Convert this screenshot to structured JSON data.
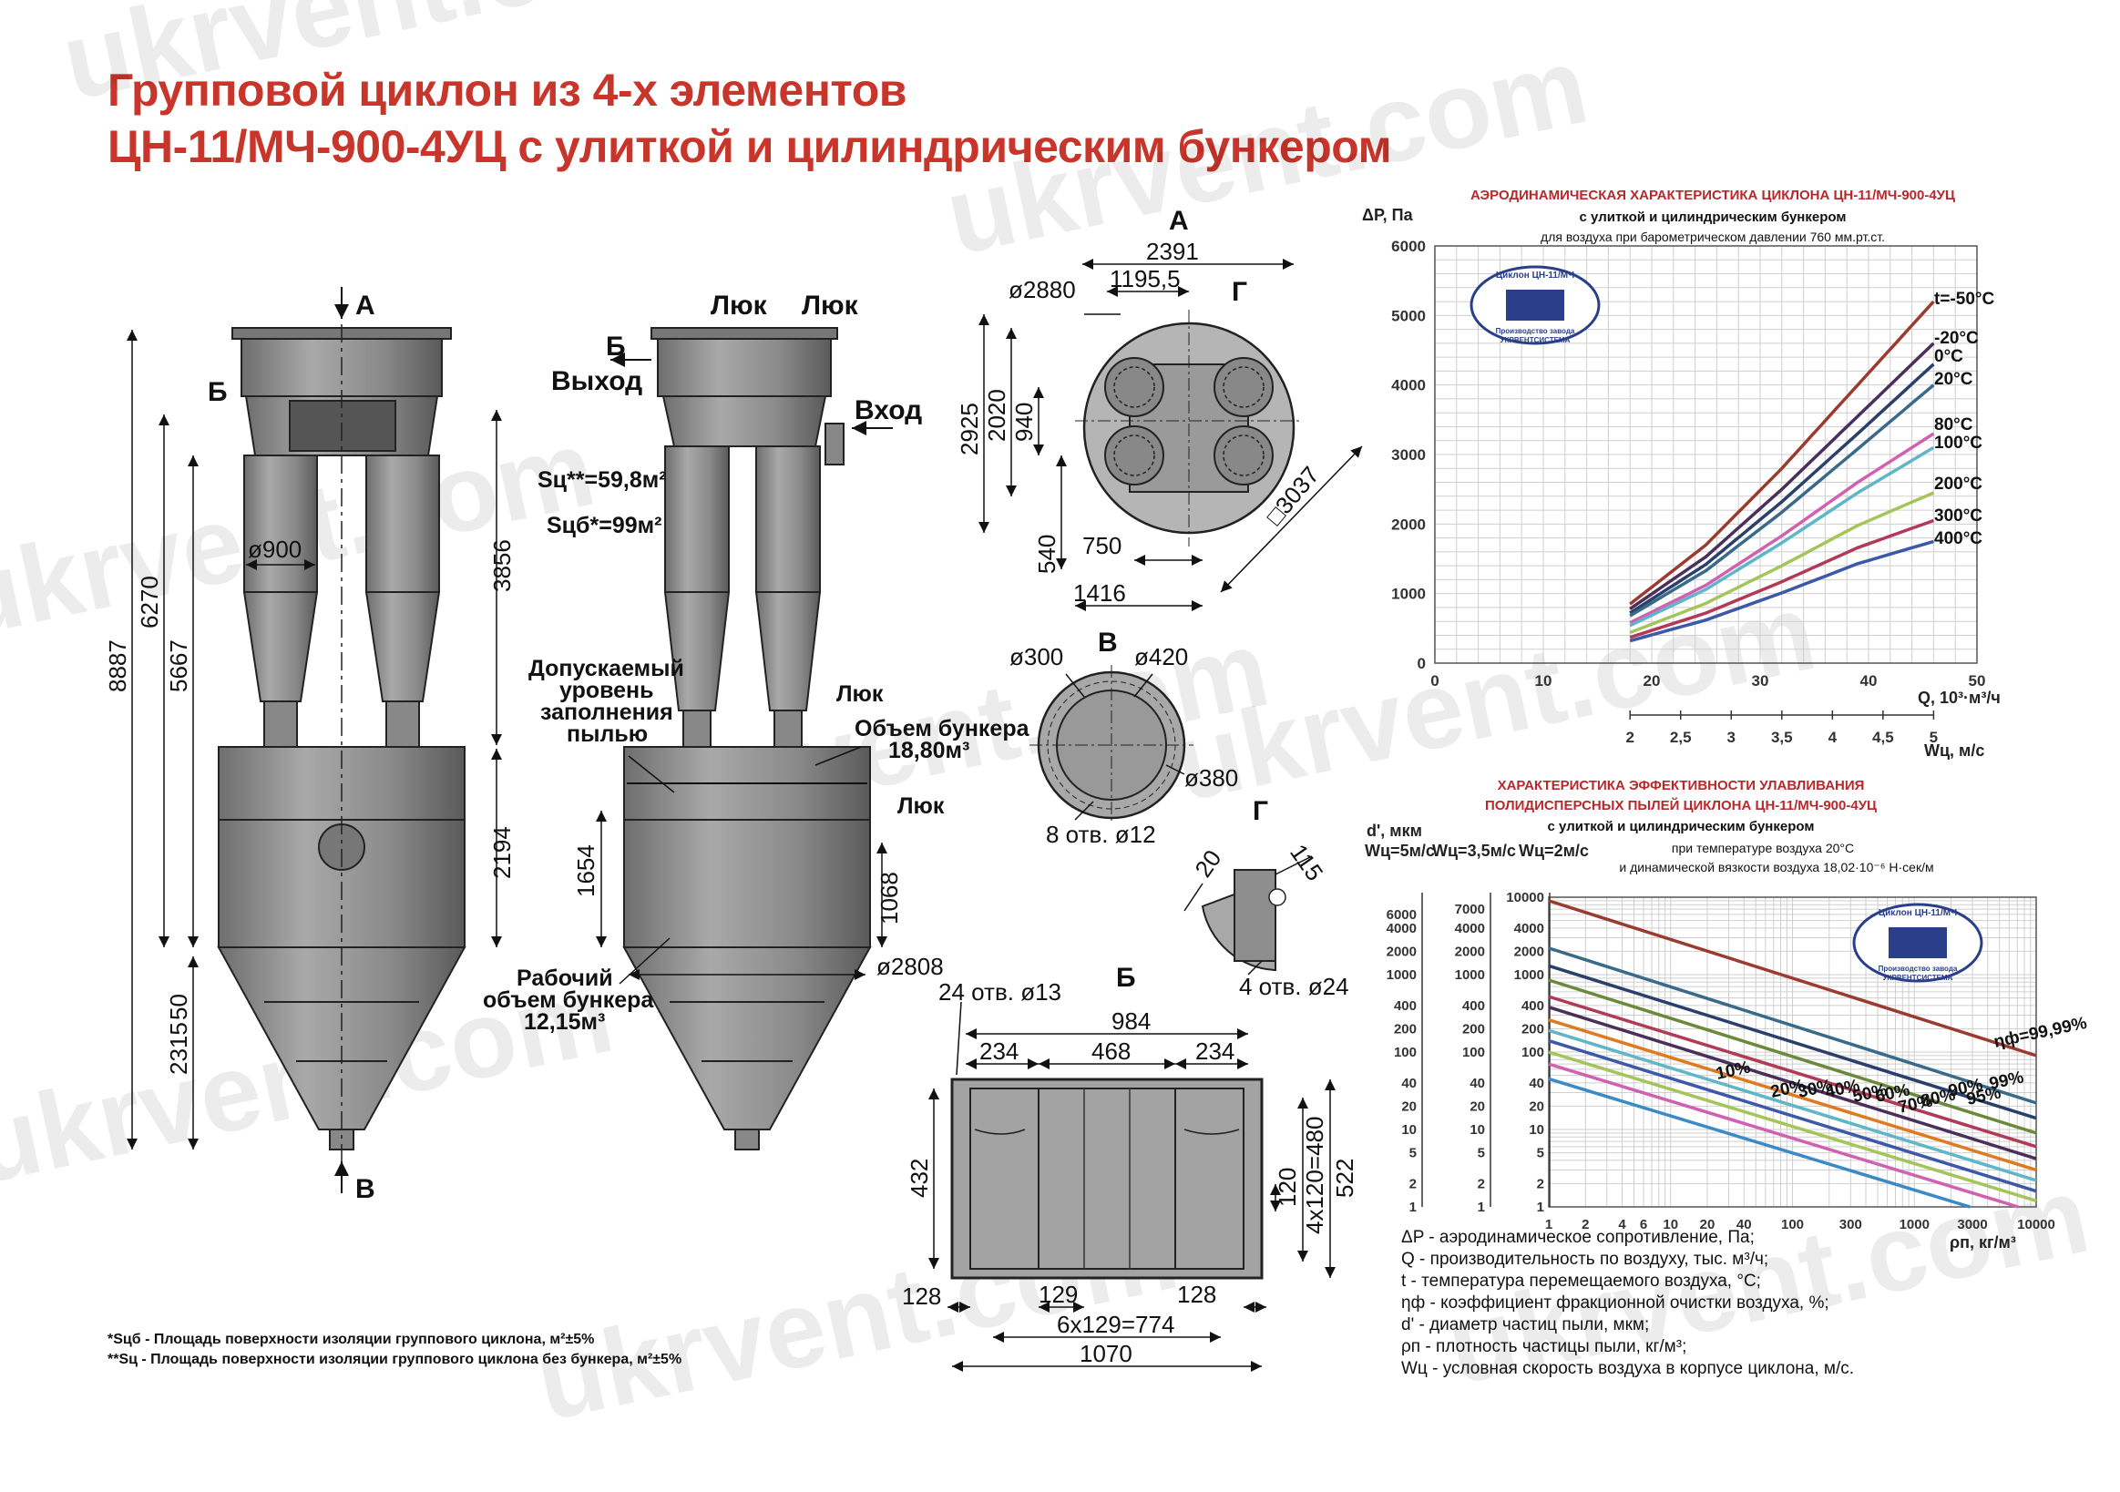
{
  "title": {
    "line1": "Групповой циклон из 4-х элементов",
    "line2": "ЦН-11/МЧ-900-4УЦ с улиткой и цилиндрическим бункером"
  },
  "watermark": "ukrvent.com",
  "front_view": {
    "labels": {
      "a": "А",
      "b": "Б",
      "v": "В"
    },
    "dims": {
      "d900": "ø900",
      "h8887": "8887",
      "h6270": "6270",
      "h5667": "5667",
      "h3856": "3856",
      "h2194": "2194",
      "h2315": "2315",
      "h50": "50"
    }
  },
  "side_view": {
    "labels": {
      "lyuk1": "Люк",
      "lyuk2": "Люк",
      "lyuk3": "Люк",
      "lyuk4": "Люк",
      "b": "Б",
      "vykhod": "Выход",
      "vkhod": "Вход",
      "sc": "Sц**=59,8м²",
      "scb": "Sцб*=99м²",
      "dust": "Допускаемый\nуровень\nзаполнения\nпылью",
      "bunker_vol": "Объем бункера\n18,80м³",
      "work_vol": "Рабочий\nобъем бункера\n12,15м³"
    },
    "dims": {
      "h1654": "1654",
      "h1068": "1068",
      "d2808": "ø2808"
    }
  },
  "view_a": {
    "label": "А",
    "g": "Г",
    "dims": {
      "w2391": "2391",
      "d2880": "ø2880",
      "w1195": "1195,5",
      "h2925": "2925",
      "h2020": "2020",
      "h940": "940",
      "h540": "540",
      "w750": "750",
      "w1416": "1416",
      "sq3037": "□3037"
    }
  },
  "view_v": {
    "label": "В",
    "dims": {
      "d300": "ø300",
      "d420": "ø420",
      "d380": "ø380",
      "holes": "8 отв. ø12"
    }
  },
  "view_g": {
    "label": "Г",
    "dims": {
      "d20": "20",
      "d115": "115",
      "holes": "4 отв. ø24"
    }
  },
  "view_b": {
    "label": "Б",
    "dims": {
      "holes": "24 отв. ø13",
      "w984": "984",
      "w234a": "234",
      "w468": "468",
      "w234b": "234",
      "h432": "432",
      "h120": "120",
      "h480": "4x120=480",
      "h522": "522",
      "w128a": "128",
      "w129": "129",
      "w128b": "128",
      "w774": "6x129=774",
      "w1070": "1070"
    }
  },
  "chart_data": [
    {
      "type": "line",
      "title": "АЭРОДИНАМИЧЕСКАЯ ХАРАКТЕРИСТИКА ЦИКЛОНА ЦН-11/МЧ-900-4УЦ",
      "subtitle": "с улиткой и цилиндрическим бункером",
      "note": "для воздуха при барометрическом давлении 760 мм.рт.ст.",
      "ylabel": "ΔP, Па",
      "xlabel": "Q, 10³·м³/ч",
      "x2label": "Wц, м/с",
      "xlim": [
        0,
        50
      ],
      "ylim": [
        0,
        6000
      ],
      "xticks": [
        "0",
        "10",
        "20",
        "30",
        "40",
        "50"
      ],
      "yticks": [
        "0",
        "1000",
        "2000",
        "3000",
        "4000",
        "5000",
        "6000"
      ],
      "x2ticks": [
        "2",
        "2,5",
        "3",
        "3,5",
        "4",
        "4,5",
        "5"
      ],
      "grid": true,
      "series": [
        {
          "name": "t=-50°C",
          "color": "#9b3a2e",
          "x": [
            18,
            25,
            32,
            39,
            46
          ],
          "values": [
            850,
            1700,
            2800,
            4000,
            5200
          ]
        },
        {
          "name": "-20°C",
          "color": "#4a2f5a",
          "x": [
            18,
            25,
            32,
            39,
            46
          ],
          "values": [
            780,
            1530,
            2500,
            3550,
            4600
          ]
        },
        {
          "name": "0°C",
          "color": "#2b3f6b",
          "x": [
            18,
            25,
            32,
            39,
            46
          ],
          "values": [
            720,
            1420,
            2320,
            3300,
            4300
          ]
        },
        {
          "name": "20°C",
          "color": "#3a6a8a",
          "x": [
            18,
            25,
            32,
            39,
            46
          ],
          "values": [
            680,
            1330,
            2170,
            3080,
            4000
          ]
        },
        {
          "name": "80°C",
          "color": "#d060b0",
          "x": [
            18,
            25,
            32,
            39,
            46
          ],
          "values": [
            580,
            1120,
            1830,
            2600,
            3300
          ]
        },
        {
          "name": "100°C",
          "color": "#5fb6c8",
          "x": [
            18,
            25,
            32,
            39,
            46
          ],
          "values": [
            540,
            1060,
            1730,
            2450,
            3100
          ]
        },
        {
          "name": "200°C",
          "color": "#a5c45a",
          "x": [
            18,
            25,
            32,
            39,
            46
          ],
          "values": [
            440,
            860,
            1400,
            1980,
            2450
          ]
        },
        {
          "name": "300°C",
          "color": "#b03a58",
          "x": [
            18,
            25,
            32,
            39,
            46
          ],
          "values": [
            370,
            720,
            1170,
            1660,
            2050
          ]
        },
        {
          "name": "400°C",
          "color": "#3c58a8",
          "x": [
            18,
            25,
            32,
            39,
            46
          ],
          "values": [
            320,
            620,
            1010,
            1430,
            1750
          ]
        }
      ]
    },
    {
      "type": "line",
      "title": "ХАРАКТЕРИСТИКА ЭФФЕКТИВНОСТИ УЛАВЛИВАНИЯ",
      "title2": "ПОЛИДИСПЕРСНЫХ ПЫЛЕЙ ЦИКЛОНА ЦН-11/МЧ-900-4УЦ",
      "subtitle": "с улиткой и цилиндрическим бункером",
      "note1": "при температуре воздуха 20°С",
      "note2": "и динамической вязкости воздуха  18,02·10⁻⁶ Н·сек/м",
      "ylabel": "d', мкм",
      "ylabel_w5": "Wц=5м/с",
      "ylabel_w35": "Wц=3,5м/с",
      "ylabel_w2": "Wц=2м/с",
      "xlabel": "ρп, кг/м³",
      "xlog": true,
      "ylog": true,
      "xlim": [
        1,
        10000
      ],
      "ylim": [
        1,
        10000
      ],
      "xticks": [
        "1",
        "2",
        "4",
        "6",
        "10",
        "20",
        "40",
        "100",
        "300",
        "1000",
        "3000",
        "10000"
      ],
      "yticks_w5": [
        "1",
        "2",
        "5",
        "10",
        "20",
        "40",
        "100",
        "200",
        "400",
        "1000",
        "2000",
        "4000",
        "6000"
      ],
      "yticks_w35": [
        "1",
        "2",
        "5",
        "10",
        "20",
        "40",
        "100",
        "200",
        "400",
        "1000",
        "2000",
        "4000",
        "7000"
      ],
      "yticks_w2": [
        "1",
        "2",
        "5",
        "10",
        "20",
        "40",
        "100",
        "200",
        "400",
        "1000",
        "2000",
        "4000",
        "10000"
      ],
      "grid": true,
      "series": [
        {
          "name": "ηф=99,99%",
          "color": "#9b3a2e",
          "x": [
            1,
            10000
          ],
          "values": [
            9000,
            90
          ]
        },
        {
          "name": "99%",
          "color": "#3a6a8a",
          "x": [
            1,
            10000
          ],
          "values": [
            2200,
            22
          ]
        },
        {
          "name": "95%",
          "color": "#2b3f6b",
          "x": [
            1,
            10000
          ],
          "values": [
            1300,
            14
          ]
        },
        {
          "name": "90%",
          "color": "#6a8a3a",
          "x": [
            1,
            10000
          ],
          "values": [
            850,
            9
          ]
        },
        {
          "name": "80%",
          "color": "#b03a58",
          "x": [
            1,
            10000
          ],
          "values": [
            520,
            6
          ]
        },
        {
          "name": "70%",
          "color": "#4a2f5a",
          "x": [
            1,
            10000
          ],
          "values": [
            380,
            4.2
          ]
        },
        {
          "name": "60%",
          "color": "#e07a20",
          "x": [
            1,
            10000
          ],
          "values": [
            260,
            3
          ]
        },
        {
          "name": "50%",
          "color": "#5fb6c8",
          "x": [
            1,
            10000
          ],
          "values": [
            190,
            2.2
          ]
        },
        {
          "name": "40%",
          "color": "#3c58a8",
          "x": [
            1,
            10000
          ],
          "values": [
            140,
            1.6
          ]
        },
        {
          "name": "30%",
          "color": "#a5c45a",
          "x": [
            1,
            10000
          ],
          "values": [
            100,
            1.2
          ]
        },
        {
          "name": "20%",
          "color": "#d060b0",
          "x": [
            1,
            10000
          ],
          "values": [
            70,
            0.85
          ]
        },
        {
          "name": "10%",
          "color": "#3a8ac8",
          "x": [
            1,
            10000
          ],
          "values": [
            45,
            0.55
          ]
        }
      ]
    }
  ],
  "legend": [
    "ΔP - аэродинамическое сопротивление, Па;",
    "Q - производительность по воздуху, тыс. м³/ч;",
    "t - температура перемещаемого воздуха, °С;",
    "ηф - коэффициент фракционной очистки воздуха, %;",
    "d' - диаметр частиц пыли, мкм;",
    "ρп - плотность частицы пыли, кг/м³;",
    "Wц - условная скорость воздуха в корпусе циклона, м/с."
  ],
  "footnotes": [
    "*Sцб - Площадь поверхности изоляции группового циклона, м²±5%",
    "**Sц - Площадь поверхности изоляции группового циклона без бункера, м²±5%"
  ],
  "stamp": {
    "line1": "Циклон ЦН-11/МЧ",
    "line2": "Производство завода",
    "line3": "УКРВЕНТСИСТЕМА"
  }
}
